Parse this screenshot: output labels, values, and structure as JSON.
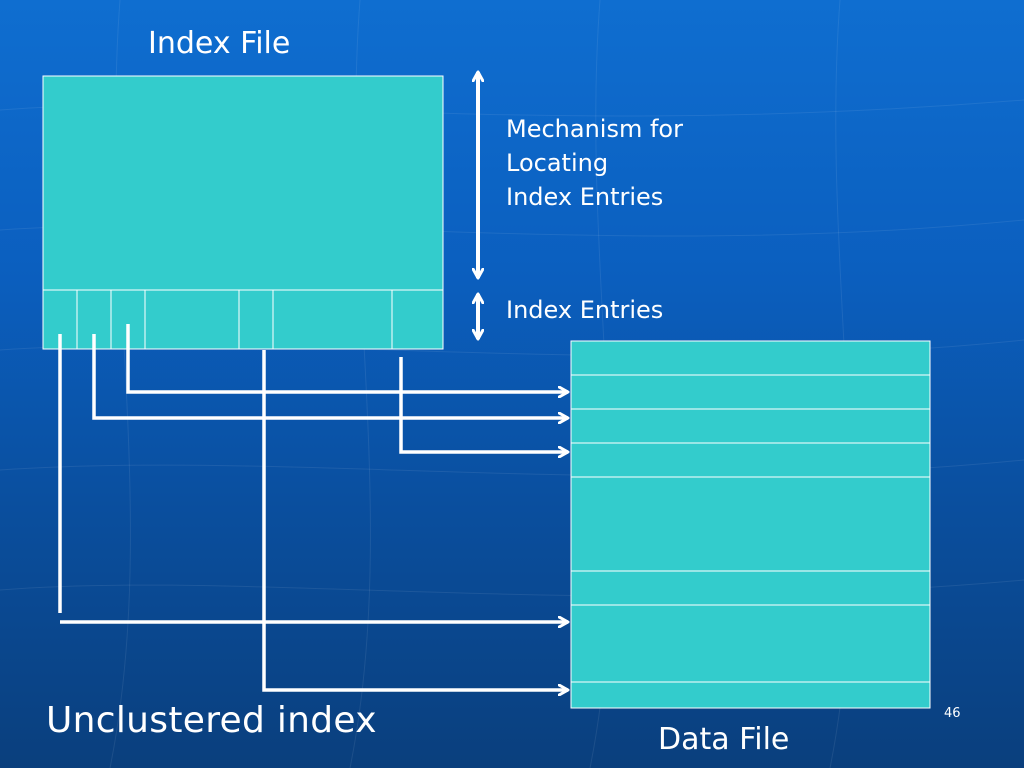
{
  "slide": {
    "title": "Unclustered index",
    "page_number": "46"
  },
  "diagram": {
    "index_file_label": "Index File",
    "data_file_label": "Data File",
    "mechanism_label_lines": [
      "Mechanism for",
      "Locating",
      "Index Entries"
    ],
    "entries_label": "Index Entries"
  },
  "colors": {
    "box_fill": "#33cccc",
    "line_color": "#ffffff",
    "background_top": "#0f6ed0",
    "background_bottom": "#0a3f7d"
  }
}
